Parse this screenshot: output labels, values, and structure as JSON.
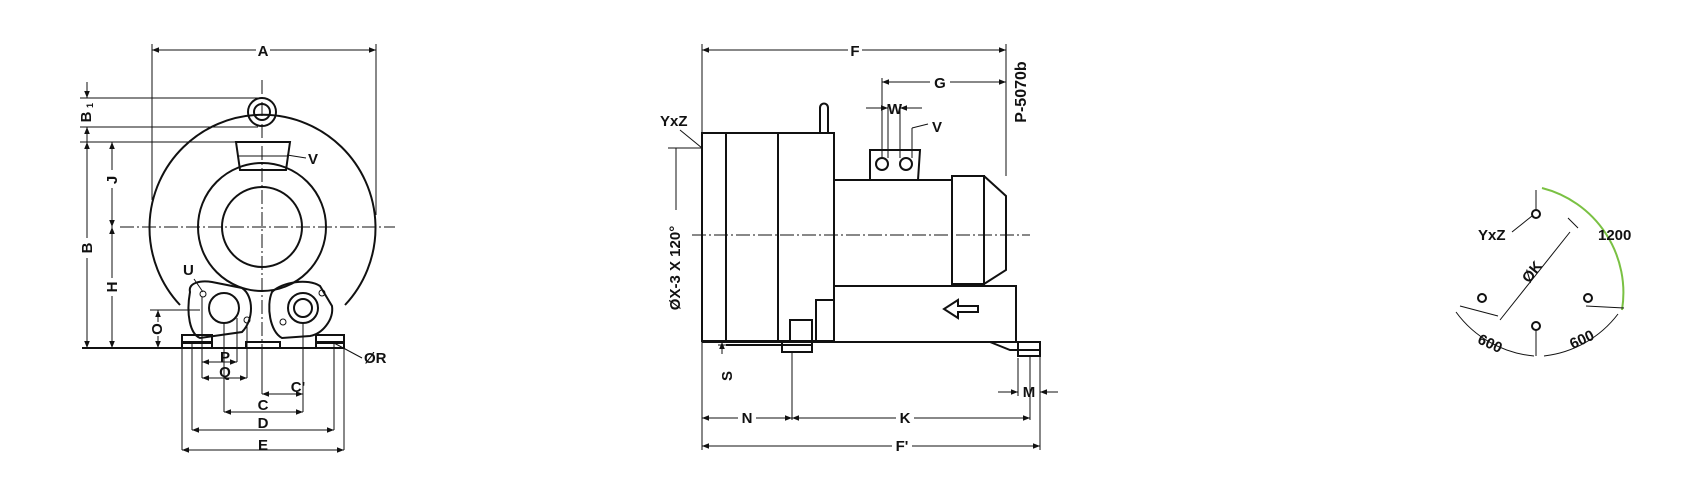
{
  "front_view": {
    "labels": {
      "A": "A",
      "B1": "B",
      "B1_sub": "1",
      "B": "B",
      "J": "J",
      "V": "V",
      "H": "H",
      "U": "U",
      "O": "O",
      "P": "P",
      "Q": "Q",
      "C_prime": "C'",
      "C": "C",
      "D": "D",
      "E": "E",
      "R": "ØR"
    }
  },
  "side_view": {
    "labels": {
      "F": "F",
      "G": "G",
      "W": "W",
      "V": "V",
      "YxZ": "YxZ",
      "bolt_pattern": "ØX-3 X 120°",
      "S": "S",
      "N": "N",
      "K": "K",
      "M": "M",
      "F_prime": "F'",
      "drawing_no": "P-5070b"
    }
  },
  "flange_view": {
    "labels": {
      "YxZ": "YxZ",
      "diameter": "ØK",
      "angle_top": "1200",
      "angle_left": "600",
      "angle_right": "600"
    },
    "highlight_color": "#7ac143"
  }
}
